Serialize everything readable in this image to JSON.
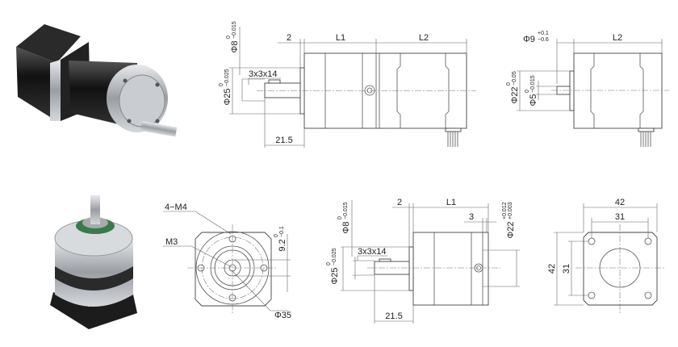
{
  "drawings": {
    "gearbox_motor_side": {
      "dim_flange": "2",
      "dim_l1": "L1",
      "dim_l2": "L2",
      "shaft_dia": {
        "base": "Φ8",
        "upper": "0",
        "lower": "−0.015"
      },
      "pilot_dia": {
        "base": "Φ25",
        "upper": "0",
        "lower": "−0.025"
      },
      "key": "3x3x14",
      "shaft_length": "21.5"
    },
    "motor_side": {
      "shaft_len": {
        "base": "Φ9",
        "upper": "+0.1",
        "lower": "−0.6"
      },
      "dim_l2": "L2",
      "pilot_dia": {
        "base": "Φ22",
        "upper": "0",
        "lower": "−0.05"
      },
      "shaft_dia": {
        "base": "Φ5",
        "upper": "0",
        "lower": "−0.015"
      }
    },
    "gearbox_front": {
      "holes": "4−M4",
      "center_thread": "M3",
      "offset": {
        "base": "9.2",
        "upper": "0",
        "lower": "−0.1"
      },
      "bolt_circle": "Φ35"
    },
    "gearbox_side": {
      "dim_flange": "2",
      "dim_l1": "L1",
      "dim_3": "3",
      "shaft_dia": {
        "base": "Φ8",
        "upper": "0",
        "lower": "−0.015"
      },
      "pilot_dia": {
        "base": "Φ25",
        "upper": "0",
        "lower": "−0.025"
      },
      "rear_dia": {
        "base": "Φ22",
        "upper": "+0.012",
        "lower": "+0.003"
      },
      "key": "3x3x14",
      "shaft_length": "21.5"
    },
    "gearbox_rear": {
      "width": "42",
      "hole_spacing_x": "31",
      "height": "42",
      "hole_spacing_y": "31"
    }
  },
  "colors": {
    "line": "#444444",
    "metal": "#b8bcc0",
    "black": "#1a1a1a"
  }
}
